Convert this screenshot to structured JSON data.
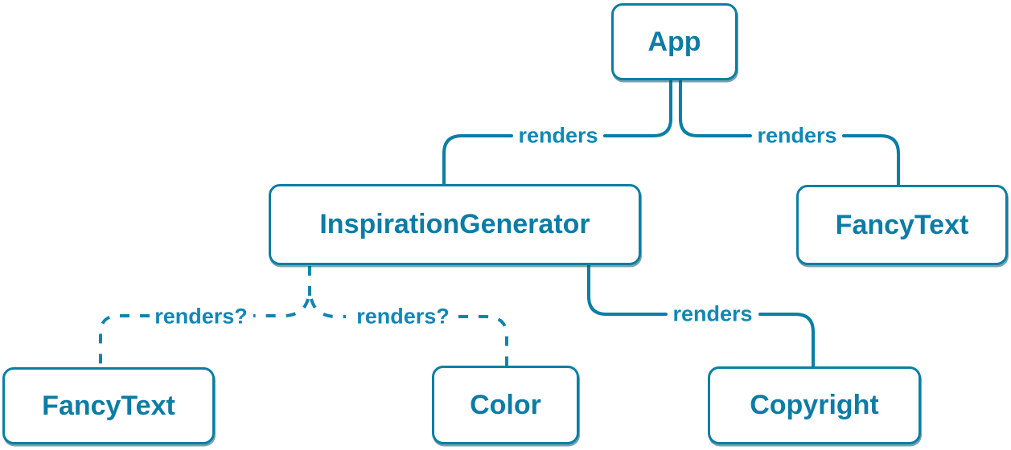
{
  "diagram": {
    "type": "tree",
    "description": "React component render tree",
    "colors": {
      "line": "#0a7ea4",
      "dashed_line": "#0f85ae",
      "edge_label_text": "#1088b6",
      "node_text": "#0c7ca5",
      "node_border": "#0a7ea4",
      "node_background": "#ffffff",
      "page_background": "#ffffff"
    },
    "nodes": [
      {
        "id": "app",
        "label": "App"
      },
      {
        "id": "inspiration-generator",
        "label": "InspirationGenerator"
      },
      {
        "id": "fancy-text-top",
        "label": "FancyText"
      },
      {
        "id": "fancy-text-bottom",
        "label": "FancyText"
      },
      {
        "id": "color",
        "label": "Color"
      },
      {
        "id": "copyright",
        "label": "Copyright"
      }
    ],
    "edges": [
      {
        "from": "App",
        "to": "InspirationGenerator",
        "label": "renders",
        "style": "solid"
      },
      {
        "from": "App",
        "to": "FancyText",
        "label": "renders",
        "style": "solid"
      },
      {
        "from": "InspirationGenerator",
        "to": "FancyText",
        "label": "renders?",
        "style": "dashed"
      },
      {
        "from": "InspirationGenerator",
        "to": "Color",
        "label": "renders?",
        "style": "dashed"
      },
      {
        "from": "InspirationGenerator",
        "to": "Copyright",
        "label": "renders",
        "style": "solid"
      }
    ]
  }
}
